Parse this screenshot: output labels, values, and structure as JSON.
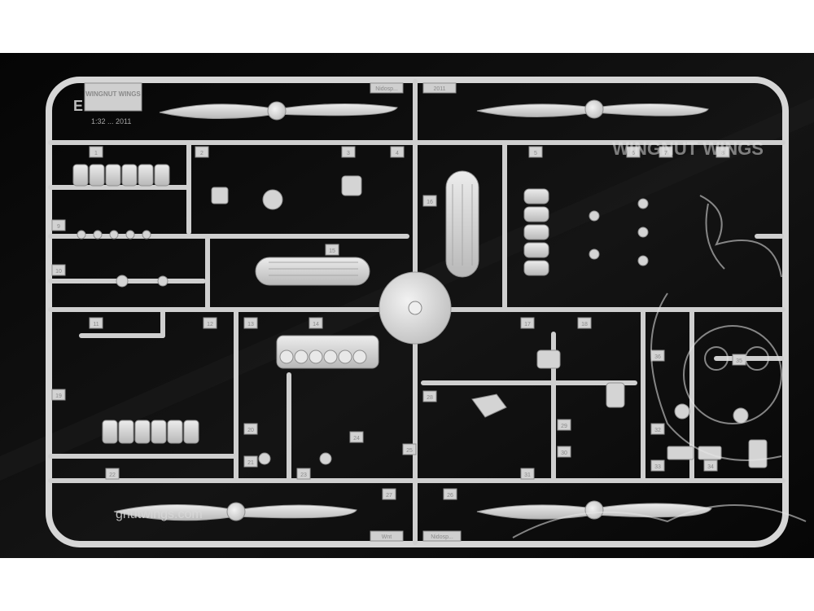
{
  "photo": {
    "brand_logo_top": "WINGNUT WINGS",
    "sprue_letter": "E",
    "sprue_text": "1:32 ... 2011",
    "url_text": "gnutwings.com",
    "watermark_logo": "WINGNUT WINGS",
    "bottom_tag_left": "Wnt",
    "bottom_tag_right": "Nidosp...",
    "top_tag_1": "Nidosp...",
    "top_tag_2": "2011"
  },
  "part_numbers": [
    "1",
    "2",
    "3",
    "4",
    "5",
    "6",
    "7",
    "8",
    "9",
    "10",
    "11",
    "12",
    "13",
    "14",
    "15",
    "16",
    "17",
    "18",
    "19",
    "20",
    "21",
    "22",
    "23",
    "24",
    "25",
    "26",
    "27",
    "28",
    "29",
    "30",
    "31",
    "32",
    "33",
    "34",
    "35",
    "36"
  ],
  "colors": {
    "background": "#000000",
    "page": "#ffffff",
    "plastic": "#dcdcdc",
    "plastic_shadow": "#9a9a9a"
  }
}
